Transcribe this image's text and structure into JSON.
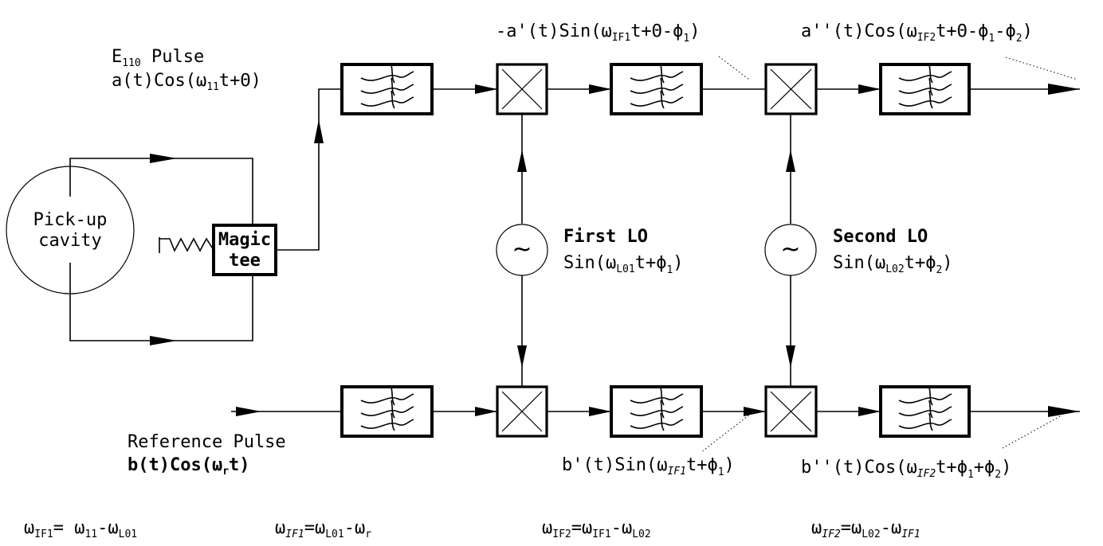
{
  "cavity": {
    "line1": "Pick-up",
    "line2": "cavity"
  },
  "magic_tee": {
    "line1": "Magic",
    "line2": "tee"
  },
  "upper_input": {
    "name_main": "E",
    "name_sub": "110",
    "name_rest": " Pulse",
    "expr_a": "a(t)Cos(",
    "expr_omega": "ω",
    "expr_sub": "11",
    "expr_b": "t+Θ)"
  },
  "reference_input": {
    "name": "Reference Pulse",
    "expr_a": "b(t)Cos(",
    "expr_omega": "ω",
    "expr_sub": "r",
    "expr_b": "t)"
  },
  "first_lo": {
    "title": "First LO",
    "expr_a": "Sin(",
    "expr_omega": "ω",
    "expr_sub": "L01",
    "expr_b": "t+",
    "phi": "ϕ",
    "phi_sub": "1",
    "expr_c": ")",
    "symbol": "~"
  },
  "second_lo": {
    "title": "Second LO",
    "expr_a": "Sin(",
    "expr_omega": "ω",
    "expr_sub": "L02",
    "expr_b": "t+",
    "phi": "ϕ",
    "phi_sub": "2",
    "expr_c": ")",
    "symbol": "~"
  },
  "top_if1_signal": {
    "a": "-a'(t)Sin(",
    "omega": "ω",
    "sub": "IF1",
    "b": "t+Θ-",
    "phi": "ϕ",
    "phi_sub": "1",
    "c": ")"
  },
  "top_if2_signal": {
    "a": "a''(t)Cos(",
    "omega": "ω",
    "sub": "IF2",
    "b": "t+Θ-",
    "phi1": "ϕ",
    "phi1_sub": "1",
    "mid": "-",
    "phi2": "ϕ",
    "phi2_sub": "2",
    "c": ")"
  },
  "bottom_if1_signal": {
    "a": "b'(t)Sin(",
    "omega": "ω",
    "sub": "IF1",
    "b": "t+",
    "phi": "ϕ",
    "phi_sub": "1",
    "c": ")"
  },
  "bottom_if2_signal": {
    "a": "b''(t)Cos(",
    "omega": "ω",
    "sub": "IF2",
    "b": "t+",
    "phi1": "ϕ",
    "phi1_sub": "1",
    "mid": "+",
    "phi2": "ϕ",
    "phi2_sub": "2",
    "c": ")"
  },
  "equations": [
    {
      "lhs": "ω",
      "lhs_sub": "IF1",
      "eq": "= ",
      "t1": "ω",
      "t1_sub": "11",
      "op": "-",
      "t2": "ω",
      "t2_sub": "L01"
    },
    {
      "lhs": "ω",
      "lhs_sub": "IF1",
      "eq": "=",
      "t1": "ω",
      "t1_sub": "L01",
      "op": "-",
      "t2": "ω",
      "t2_sub": "r"
    },
    {
      "lhs": "ω",
      "lhs_sub": "IF2",
      "eq": "=",
      "t1": "ω",
      "t1_sub": "IF1",
      "op": "-",
      "t2": "ω",
      "t2_sub": "L02"
    },
    {
      "lhs": "ω",
      "lhs_sub": "IF2",
      "eq": "=",
      "t1": "ω",
      "t1_sub": "L02",
      "op": "-",
      "t2": "ω",
      "t2_sub": "IF1"
    }
  ]
}
